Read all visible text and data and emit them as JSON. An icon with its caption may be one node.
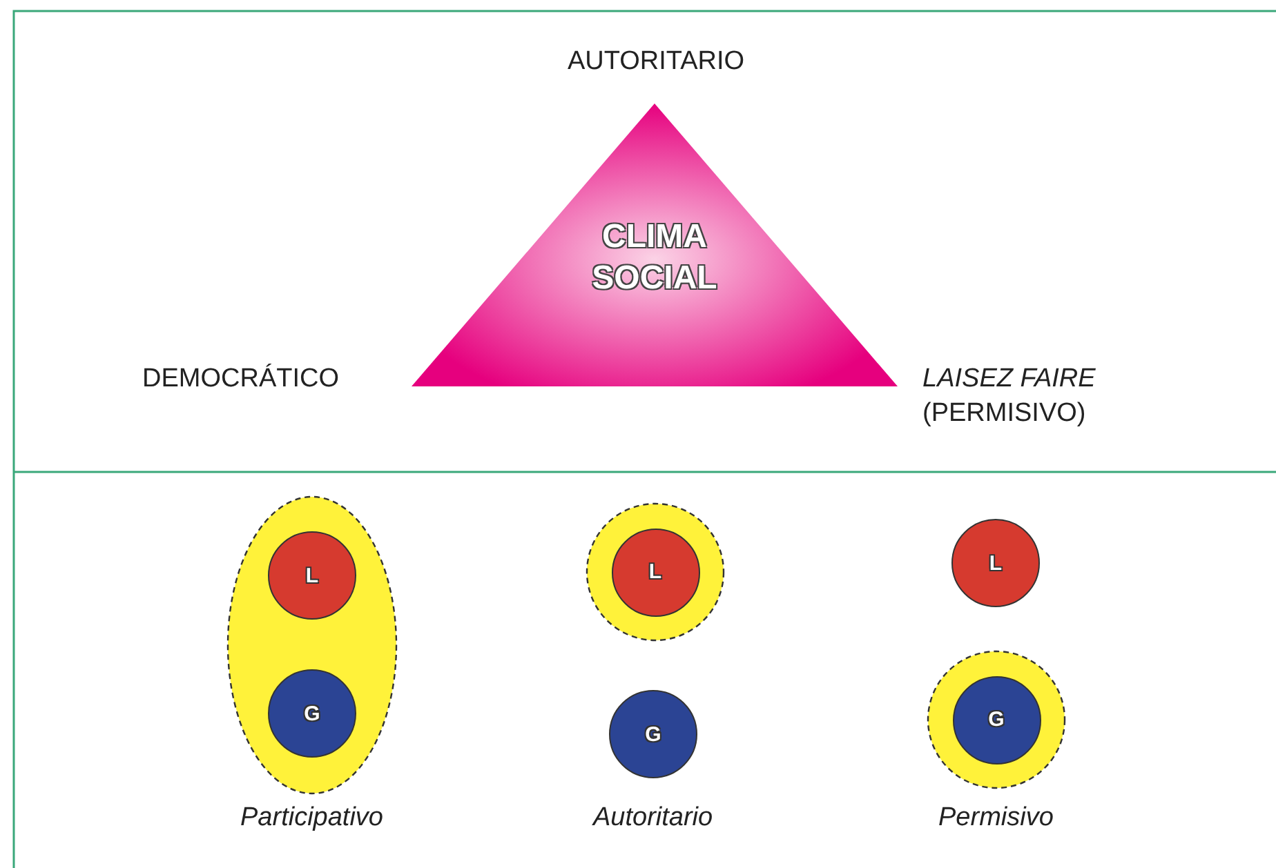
{
  "diagram": {
    "nodes": [
      {
        "text": [
          "CLIMA SOCIAL"
        ]
      },
      {
        "text": [],
        "shape": "ellipse"
      },
      {
        "text": [
          "L"
        ],
        "in": 1
      },
      {
        "text": [
          "G"
        ],
        "in": 1
      },
      {
        "text": [],
        "shape": "circle"
      },
      {
        "text": [
          "L"
        ],
        "in": 4
      },
      {
        "text": [
          "G"
        ]
      },
      {
        "text": [
          "L"
        ]
      },
      {
        "text": [],
        "shape": "circle"
      },
      {
        "text": [
          "G"
        ],
        "in": 8
      }
    ],
    "labels": [
      "AUTORITARIO",
      "DEMOCRÁTICO",
      "*LAISEZ FAIRE* (PERMISIVO)",
      "Participativo",
      "Autoritario",
      "Permisivo"
    ]
  }
}
